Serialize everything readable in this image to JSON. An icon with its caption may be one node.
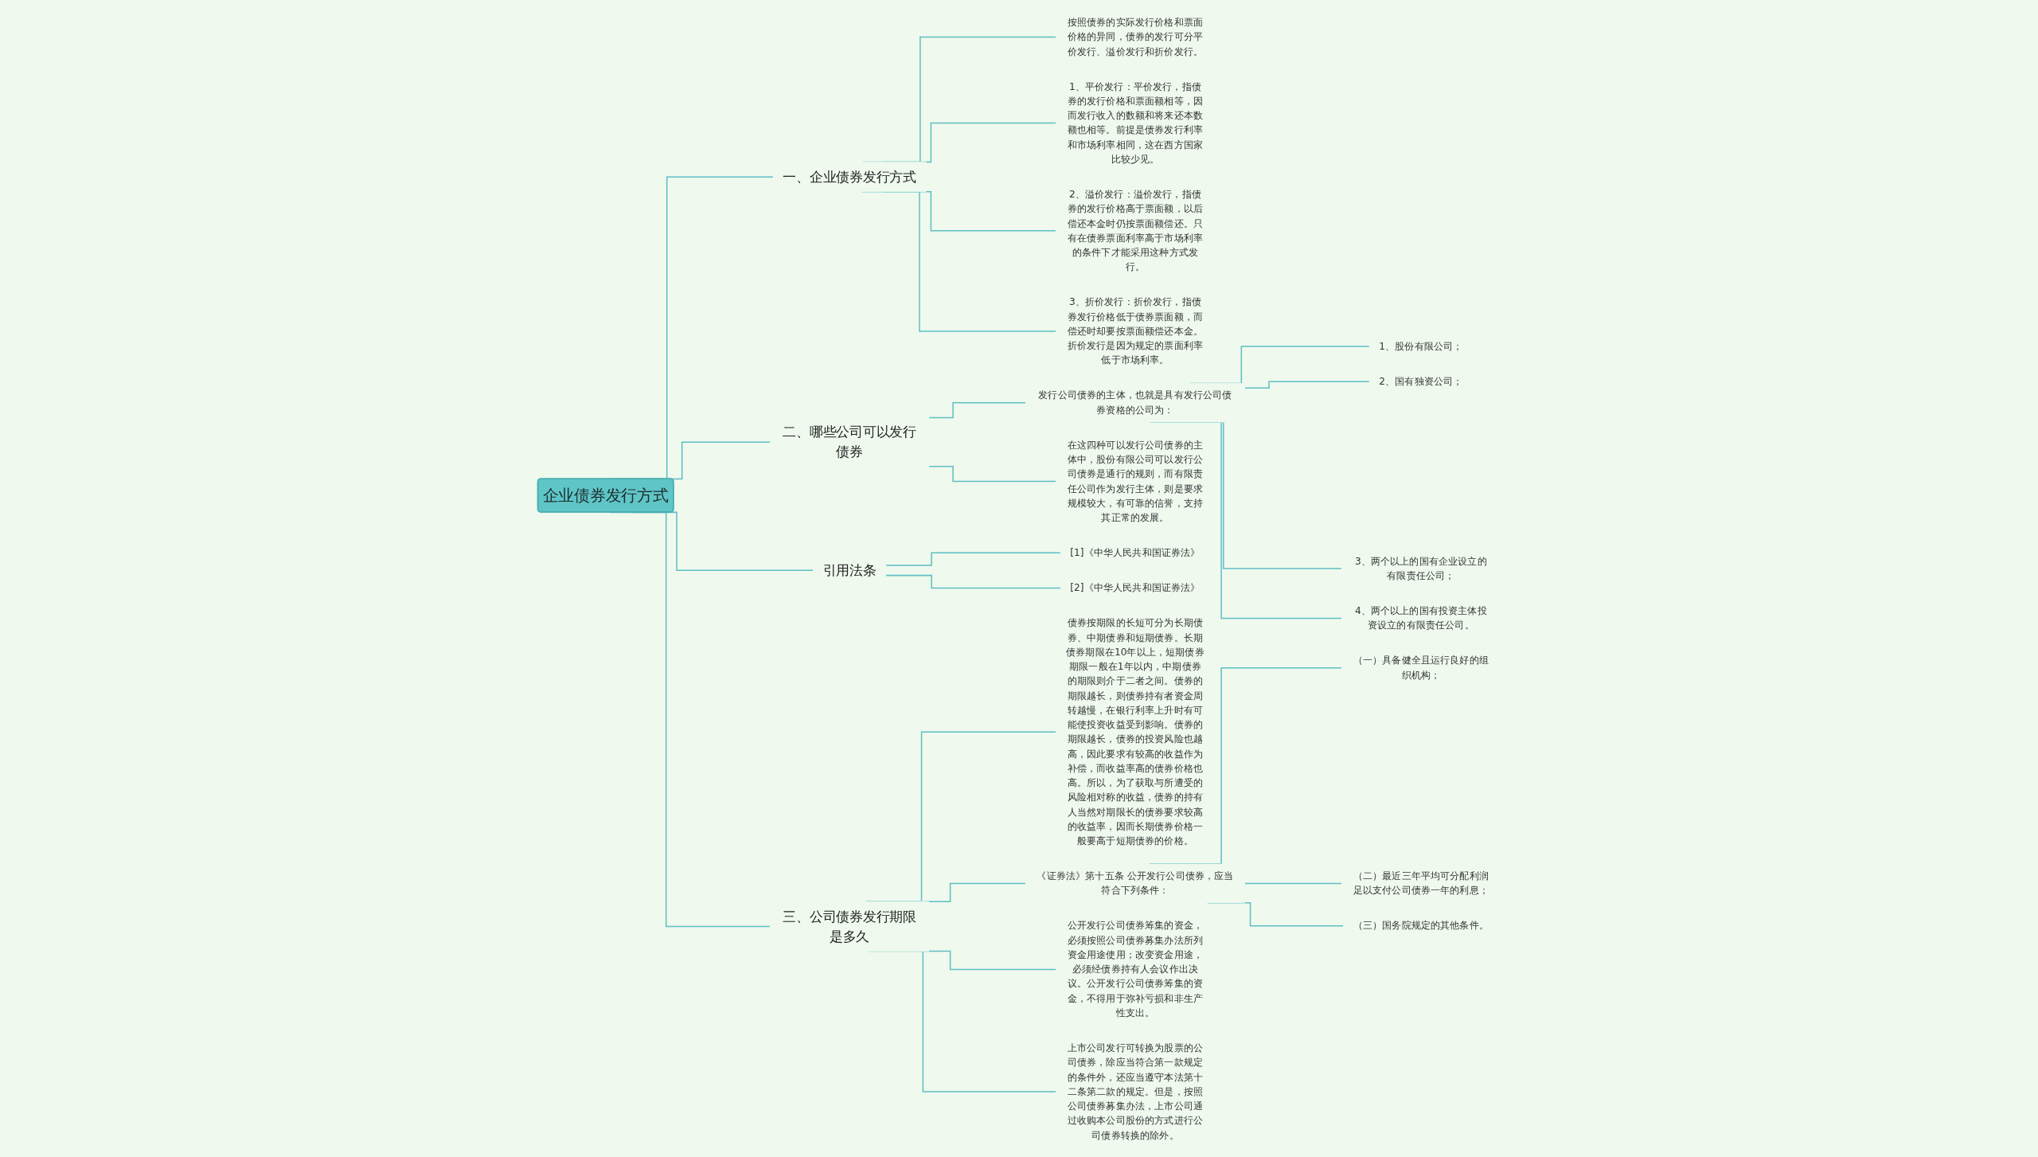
{
  "diagram": {
    "nodes": [
      {
        "text": [
          "企业债券发行方式"
        ]
      },
      {
        "text": [
          "一、企业债券发行方式"
        ]
      },
      {
        "text": [
          "按照债券的实际发行价格和票面价格的异同，债券的发行可分平价发行、溢价发行和折价发行。"
        ]
      },
      {
        "text": [
          "1、平价发行：平价发行，指债券的发行价格和票面额相等，因而发行收入的数额和将来还本数额也相等。前提是债券发行利率和市场利率相同，这在西方国家比较少见。"
        ]
      },
      {
        "text": [
          "2、溢价发行：溢价发行，指债券的发行价格高于票面额，以后偿还本金时仍按票面额偿还。只有在债券票面利率高于市场利率的条件下才能采用这种方式发行。"
        ]
      },
      {
        "text": [
          "3、折价发行：折价发行，指债券发行价格低于债券票面额，而偿还时却要按票面额偿还本金。折价发行是因为规定的票面利率低于市场利率。"
        ]
      },
      {
        "text": [
          "二、哪些公司可以发行债券"
        ]
      },
      {
        "text": [
          "发行公司债券的主体，也就是具有发行公司债券资格的公司为："
        ]
      },
      {
        "text": [
          "1、股份有限公司；"
        ]
      },
      {
        "text": [
          "2、国有独资公司；"
        ]
      },
      {
        "text": [
          "3、两个以上的国有企业设立的有限责任公司；"
        ]
      },
      {
        "text": [
          "4、两个以上的国有投资主体投资设立的有限责任公司。"
        ]
      },
      {
        "text": [
          "在这四种可以发行公司债券的主体中，股份有限公司可以发行公司债券是通行的规则，而有限责任公司作为发行主体，则是要求规模较大，有可靠的信誉，支持其正常的发展。"
        ]
      },
      {
        "text": [
          "引用法条"
        ]
      },
      {
        "text": [
          "[1]《中华人民共和国证券法》"
        ]
      },
      {
        "text": [
          "[2]《中华人民共和国证券法》"
        ]
      },
      {
        "text": [
          "三、公司债券发行期限是多久"
        ]
      },
      {
        "text": [
          "债券按期限的长短可分为长期债券、中期债券和短期债券。长期债券期限在10年以上，短期债券期限一般在1年以内，中期债券的期限则介于二者之间。债券的期限越长，则债券持有者资金周转越慢，在银行利率上升时有可能使投资收益受到影响。债券的期限越长，债券的投资风险也越高，因此要求有较高的收益作为补偿，而收益率高的债券价格也高。所以，为了获取与所遭受的风险相对称的收益，债券的持有人当然对期限长的债券要求较高的收益率，因而长期债券价格一般要高于短期债券的价格。"
        ]
      },
      {
        "text": [
          "《证券法》第十五条 公开发行公司债券，应当符合下列条件："
        ]
      },
      {
        "text": [
          "（一）具备健全且运行良好的组织机构；"
        ]
      },
      {
        "text": [
          "（二）最近三年平均可分配利润足以支付公司债券一年的利息；"
        ]
      },
      {
        "text": [
          "（三）国务院规定的其他条件。"
        ]
      },
      {
        "text": [
          "公开发行公司债券筹集的资金，必须按照公司债券募集办法所列资金用途使用；改变资金用途，必须经债券持有人会议作出决议。公开发行公司债券筹集的资金，不得用于弥补亏损和非生产性支出。"
        ]
      },
      {
        "text": [
          "上市公司发行可转换为股票的公司债券，除应当符合第一款规定的条件外，还应当遵守本法第十二条第二款的规定。但是，按照公司债券募集办法，上市公司通过收购本公司股份的方式进行公司债券转换的除外。"
        ]
      }
    ],
    "edges": [
      {
        "from": 0,
        "to": 1,
        "arrow": "none"
      },
      {
        "from": 1,
        "to": 2,
        "arrow": "none"
      },
      {
        "from": 1,
        "to": 3,
        "arrow": "none"
      },
      {
        "from": 1,
        "to": 4,
        "arrow": "none"
      },
      {
        "from": 1,
        "to": 5,
        "arrow": "none"
      },
      {
        "from": 0,
        "to": 6,
        "arrow": "none"
      },
      {
        "from": 6,
        "to": 7,
        "arrow": "none"
      },
      {
        "from": 7,
        "to": 8,
        "arrow": "none"
      },
      {
        "from": 7,
        "to": 9,
        "arrow": "none"
      },
      {
        "from": 7,
        "to": 10,
        "arrow": "none"
      },
      {
        "from": 7,
        "to": 11,
        "arrow": "none"
      },
      {
        "from": 6,
        "to": 12,
        "arrow": "none"
      },
      {
        "from": 0,
        "to": 13,
        "arrow": "none"
      },
      {
        "from": 13,
        "to": 14,
        "arrow": "none"
      },
      {
        "from": 13,
        "to": 15,
        "arrow": "none"
      },
      {
        "from": 0,
        "to": 16,
        "arrow": "none"
      },
      {
        "from": 16,
        "to": 17,
        "arrow": "none"
      },
      {
        "from": 16,
        "to": 18,
        "arrow": "none"
      },
      {
        "from": 18,
        "to": 19,
        "arrow": "none"
      },
      {
        "from": 18,
        "to": 20,
        "arrow": "none"
      },
      {
        "from": 18,
        "to": 21,
        "arrow": "none"
      },
      {
        "from": 16,
        "to": 22,
        "arrow": "none"
      },
      {
        "from": 16,
        "to": 23,
        "arrow": "none"
      }
    ]
  }
}
